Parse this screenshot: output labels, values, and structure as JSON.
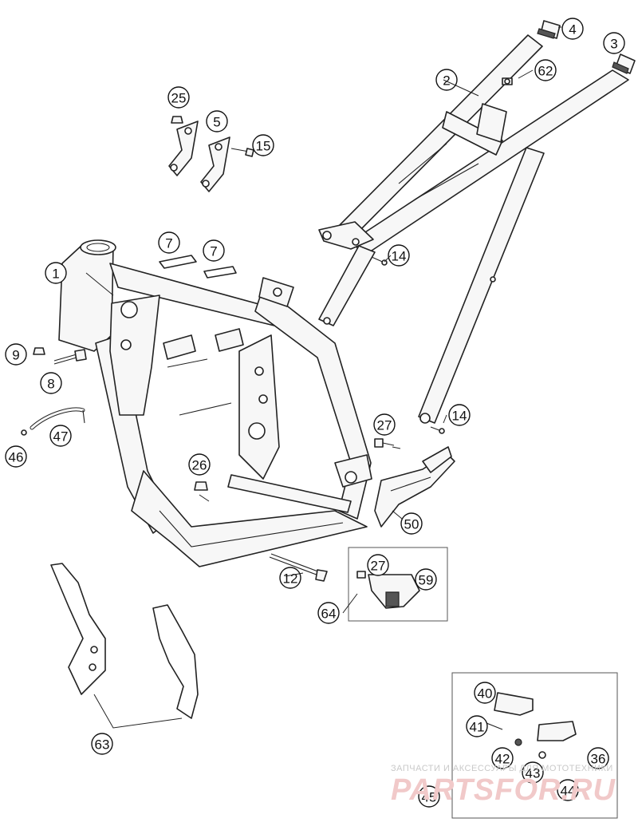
{
  "diagram": {
    "callouts": [
      {
        "id": "c1",
        "label": "1"
      },
      {
        "id": "c2",
        "label": "2"
      },
      {
        "id": "c3",
        "label": "3"
      },
      {
        "id": "c4",
        "label": "4"
      },
      {
        "id": "c5",
        "label": "5"
      },
      {
        "id": "c7a",
        "label": "7"
      },
      {
        "id": "c7b",
        "label": "7"
      },
      {
        "id": "c8",
        "label": "8"
      },
      {
        "id": "c9",
        "label": "9"
      },
      {
        "id": "c12",
        "label": "12"
      },
      {
        "id": "c14a",
        "label": "14"
      },
      {
        "id": "c14b",
        "label": "14"
      },
      {
        "id": "c15",
        "label": "15"
      },
      {
        "id": "c25",
        "label": "25"
      },
      {
        "id": "c26",
        "label": "26"
      },
      {
        "id": "c27a",
        "label": "27"
      },
      {
        "id": "c27b",
        "label": "27"
      },
      {
        "id": "c36",
        "label": "36"
      },
      {
        "id": "c40",
        "label": "40"
      },
      {
        "id": "c41",
        "label": "41"
      },
      {
        "id": "c42",
        "label": "42"
      },
      {
        "id": "c43",
        "label": "43"
      },
      {
        "id": "c44",
        "label": "44"
      },
      {
        "id": "c45",
        "label": "45"
      },
      {
        "id": "c46",
        "label": "46"
      },
      {
        "id": "c47",
        "label": "47"
      },
      {
        "id": "c50",
        "label": "50"
      },
      {
        "id": "c59",
        "label": "59"
      },
      {
        "id": "c62",
        "label": "62"
      },
      {
        "id": "c63",
        "label": "63"
      },
      {
        "id": "c64",
        "label": "64"
      }
    ]
  },
  "watermark": {
    "caption": "ЗАПЧАСТИ И АКСЕССУАРЫ ДЛЯ МОТОТЕХНИКИ",
    "brand": "PARTSFOR.RU",
    "brand_color": "#e8a8a8"
  }
}
